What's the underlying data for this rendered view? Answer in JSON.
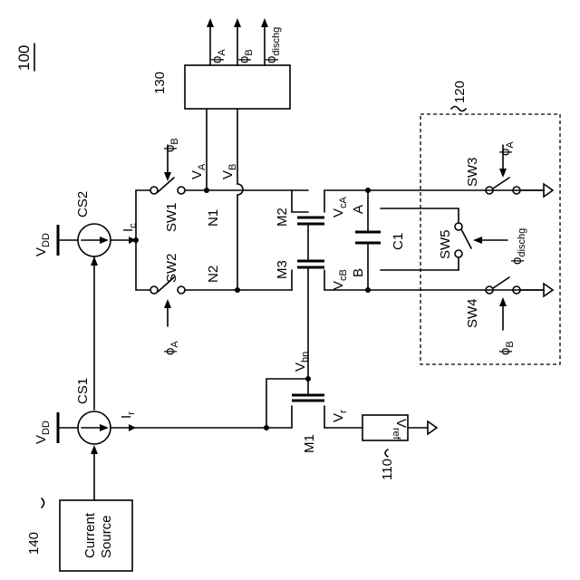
{
  "figure_number": "100",
  "blocks": {
    "control_block": "130",
    "switch_block": "120",
    "reference": "110",
    "current_source_ref": "140",
    "current_source_line1": "Current",
    "current_source_line2": "Source"
  },
  "signals": {
    "phi_a": "ϕA",
    "phi_b": "ϕB",
    "phi_dischg": "ϕdischg",
    "phi_a_main": "ϕ",
    "phi_a_sub": "A",
    "phi_b_main": "ϕ",
    "phi_b_sub": "B",
    "phi_d_main": "ϕ",
    "phi_d_sub": "dischg"
  },
  "components": {
    "cs1": "CS1",
    "cs2": "CS2",
    "sw1": "SW1",
    "sw2": "SW2",
    "sw3": "SW3",
    "sw4": "SW4",
    "sw5": "SW5",
    "m1": "M1",
    "m2": "M2",
    "m3": "M3",
    "c1": "C1",
    "n1": "N1",
    "n2": "N2",
    "node_a": "A",
    "node_b": "B"
  },
  "voltages": {
    "vdd_main": "V",
    "vdd_sub": "DD",
    "va_main": "V",
    "va_sub": "A",
    "vb_main": "V",
    "vb_sub": "B",
    "vca_main": "V",
    "vca_sub": "cA",
    "vcb_main": "V",
    "vcb_sub": "cB",
    "vbn_main": "V",
    "vbn_sub": "bn",
    "vr_main": "V",
    "vr_sub": "r",
    "vref_main": "V",
    "vref_sub": "ref"
  },
  "currents": {
    "ic_main": "I",
    "ic_sub": "c",
    "ir_main": "I",
    "ir_sub": "r"
  }
}
